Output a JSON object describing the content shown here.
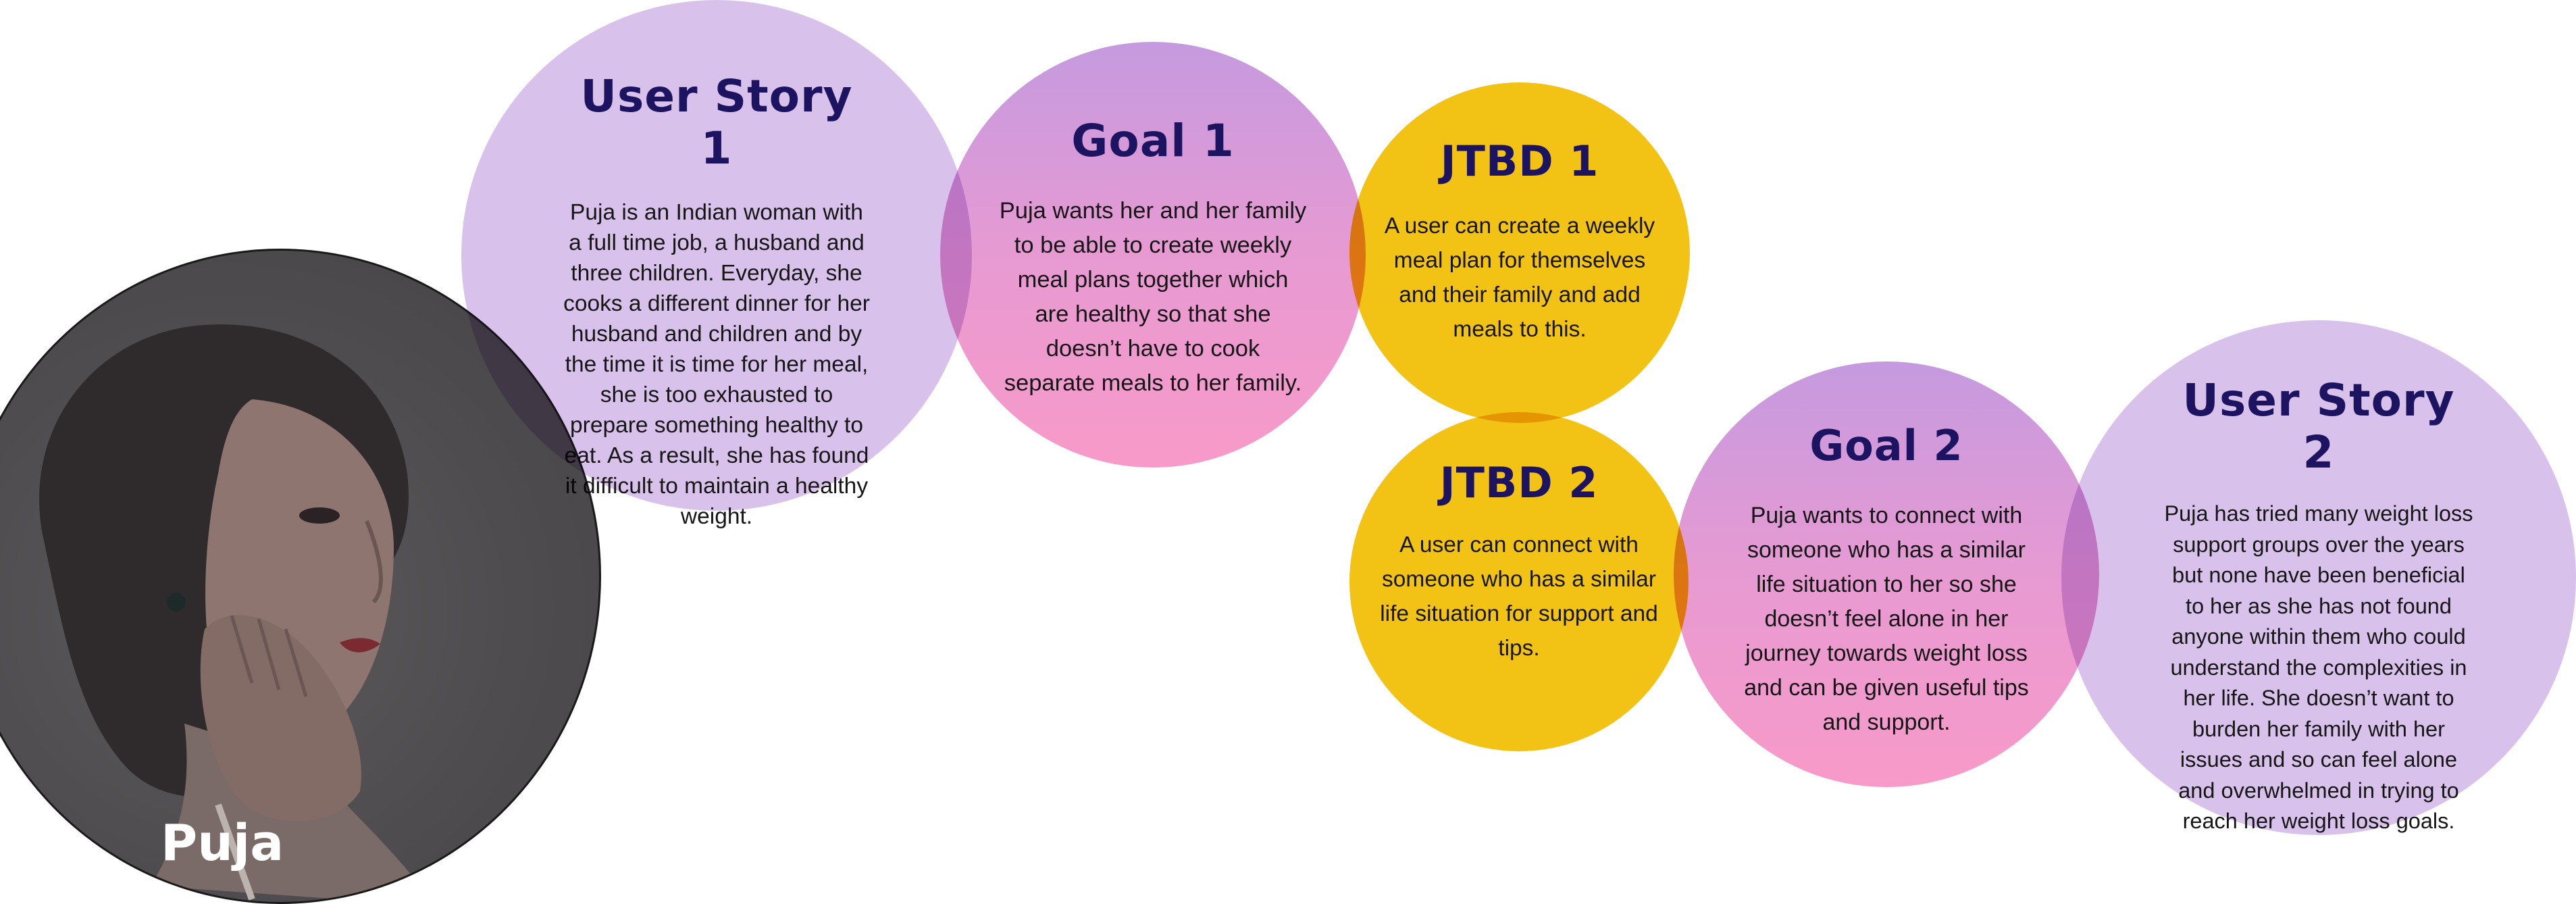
{
  "persona": {
    "name": "Puja",
    "photo_icon": "woman-portrait-photo"
  },
  "user_story_1": {
    "title": "User Story 1",
    "body": "Puja is an Indian woman with a full time job, a husband and three children. Everyday, she cooks a different dinner for her husband and children and by the time it is time for her meal, she is too exhausted to prepare something healthy to eat. As a result, she has found it difficult to maintain a healthy weight."
  },
  "goal_1": {
    "title": "Goal 1",
    "body": "Puja wants her and her family to be able to create weekly meal plans together which are healthy so that she doesn’t have to cook separate meals to her family."
  },
  "jtbd_1": {
    "title": "JTBD 1",
    "body": "A user can create a weekly meal plan for themselves and their family and add meals to this."
  },
  "jtbd_2": {
    "title": "JTBD 2",
    "body": "A user can connect with someone who has a similar life situation for support and tips."
  },
  "goal_2": {
    "title": "Goal 2",
    "body": "Puja wants to connect with someone who has a similar life situation to her so she doesn’t feel alone in her journey towards weight loss and can be given useful tips and support."
  },
  "user_story_2": {
    "title": "User Story 2",
    "body": "Puja  has tried many weight loss support groups over the years but none have been beneficial to her as she has not found anyone within them who could understand  the complexities in her life. She doesn’t want to burden her family with her issues and so can feel alone and overwhelmed in trying to reach her weight loss goals."
  },
  "colors": {
    "lavender": "#d8c1ea",
    "pink_top": "#c59adf",
    "pink_bottom": "#f89ac9",
    "yellow": "#f2c214",
    "title_navy": "#1c1460"
  }
}
